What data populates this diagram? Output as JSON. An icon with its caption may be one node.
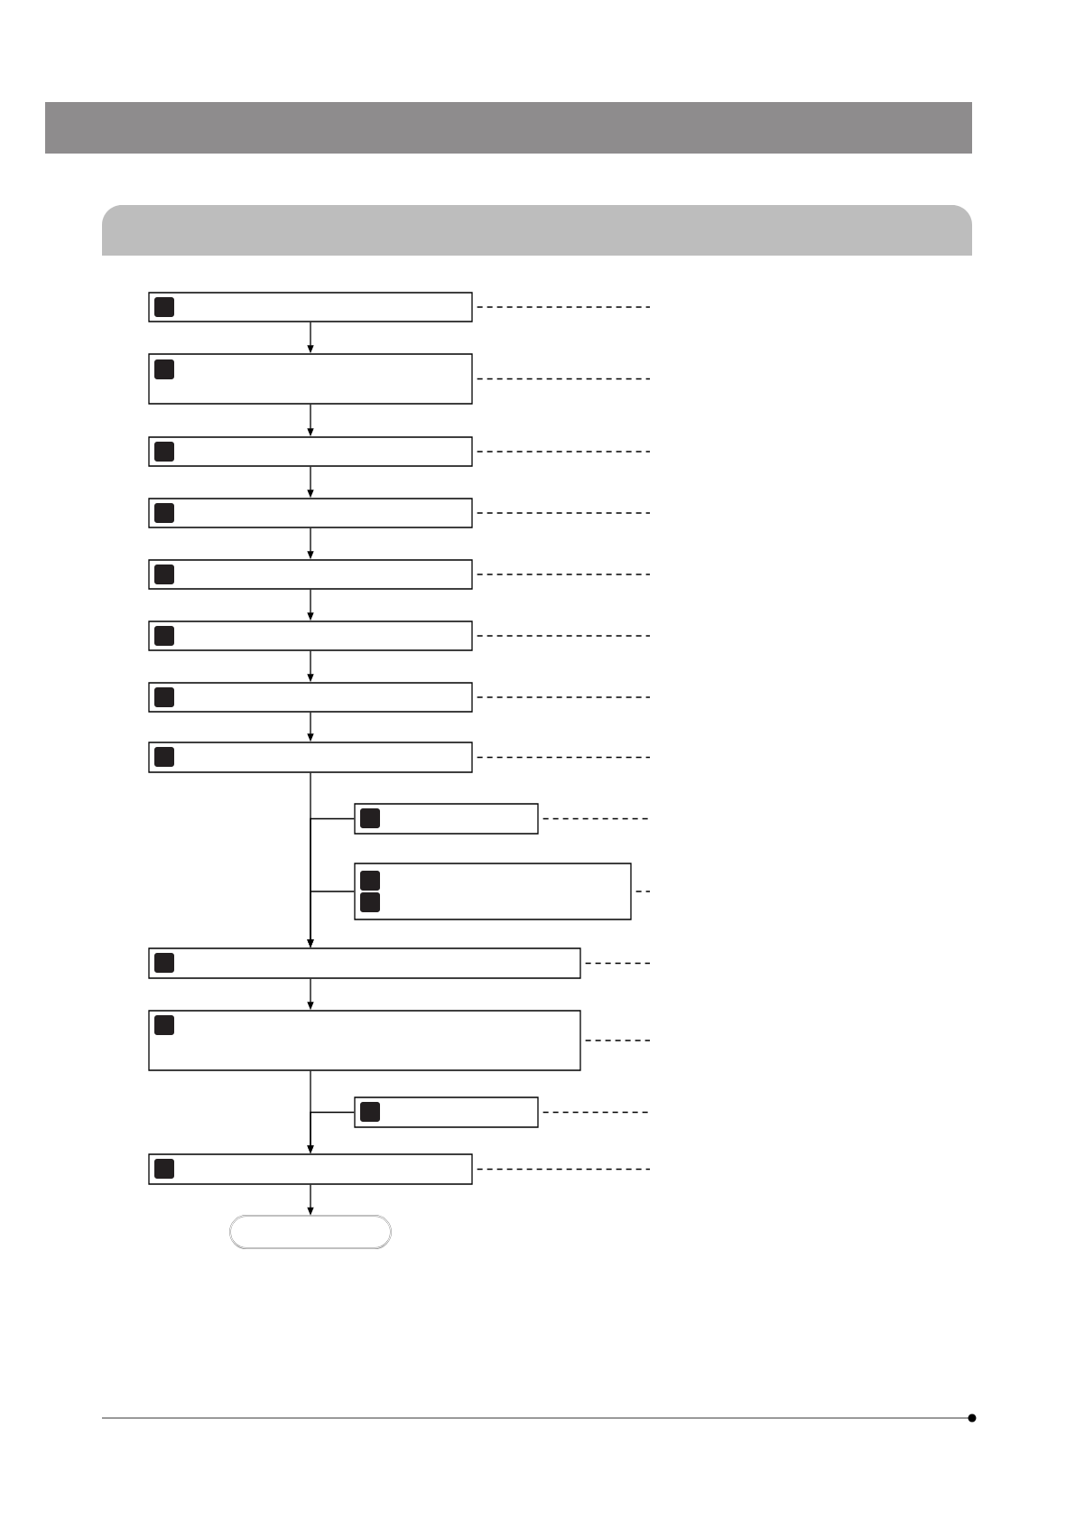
{
  "diagram": {
    "nodes": [
      {
        "text": [],
        "shape": "box"
      },
      {
        "text": [],
        "shape": "box"
      },
      {
        "text": [],
        "shape": "box"
      },
      {
        "text": [],
        "shape": "box"
      },
      {
        "text": [],
        "shape": "box"
      },
      {
        "text": [],
        "shape": "box"
      },
      {
        "text": [],
        "shape": "box"
      },
      {
        "text": [],
        "shape": "box"
      },
      {
        "text": [],
        "shape": "box"
      },
      {
        "text": [],
        "shape": "box"
      },
      {
        "text": [],
        "shape": "box"
      },
      {
        "text": [],
        "shape": "box"
      },
      {
        "text": [],
        "shape": "box"
      },
      {
        "text": [],
        "shape": "box"
      },
      {
        "text": [],
        "shape": "capsule"
      }
    ],
    "edges": [
      {
        "from": 0,
        "to": 1,
        "arrow": "to"
      },
      {
        "from": 1,
        "to": 2,
        "arrow": "to"
      },
      {
        "from": 2,
        "to": 3,
        "arrow": "to"
      },
      {
        "from": 3,
        "to": 4,
        "arrow": "to"
      },
      {
        "from": 4,
        "to": 5,
        "arrow": "to"
      },
      {
        "from": 5,
        "to": 6,
        "arrow": "to"
      },
      {
        "from": 6,
        "to": 7,
        "arrow": "to"
      },
      {
        "from": 7,
        "to": 10,
        "arrow": "to"
      },
      {
        "from": 8,
        "to": 10,
        "arrow": "to"
      },
      {
        "from": 9,
        "to": 10,
        "arrow": "to"
      },
      {
        "from": 10,
        "to": 11,
        "arrow": "to"
      },
      {
        "from": 11,
        "to": 13,
        "arrow": "to"
      },
      {
        "from": 12,
        "to": 13,
        "arrow": "to"
      },
      {
        "from": 13,
        "to": 14,
        "arrow": "to"
      },
      {
        "from": 0,
        "to": null,
        "arrow": "none",
        "style": "dashed"
      },
      {
        "from": 1,
        "to": null,
        "arrow": "none",
        "style": "dashed"
      },
      {
        "from": 2,
        "to": null,
        "arrow": "none",
        "style": "dashed"
      },
      {
        "from": 3,
        "to": null,
        "arrow": "none",
        "style": "dashed"
      },
      {
        "from": 4,
        "to": null,
        "arrow": "none",
        "style": "dashed"
      },
      {
        "from": 5,
        "to": null,
        "arrow": "none",
        "style": "dashed"
      },
      {
        "from": 6,
        "to": null,
        "arrow": "none",
        "style": "dashed"
      },
      {
        "from": 7,
        "to": null,
        "arrow": "none",
        "style": "dashed"
      },
      {
        "from": 8,
        "to": null,
        "arrow": "none",
        "style": "dashed"
      },
      {
        "from": 9,
        "to": null,
        "arrow": "none",
        "style": "dashed"
      },
      {
        "from": 10,
        "to": null,
        "arrow": "none",
        "style": "dashed"
      },
      {
        "from": 11,
        "to": null,
        "arrow": "none",
        "style": "dashed"
      },
      {
        "from": 12,
        "to": null,
        "arrow": "none",
        "style": "dashed"
      },
      {
        "from": 13,
        "to": null,
        "arrow": "none",
        "style": "dashed"
      }
    ]
  }
}
